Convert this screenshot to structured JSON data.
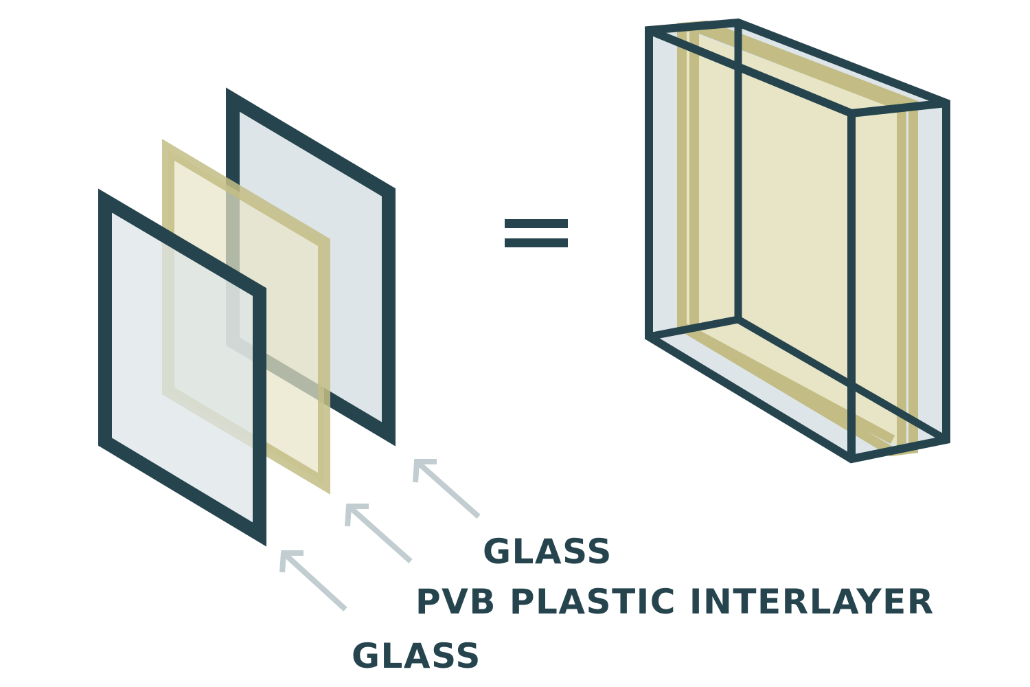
{
  "labels": {
    "back_glass": "GLASS",
    "interlayer": "PVB PLASTIC INTERLAYER",
    "front_glass": "GLASS"
  },
  "colors": {
    "frame": "#26444d",
    "glass_fill": "#dde5e8",
    "pvb_frame": "#c3bd85",
    "pvb_fill": "#e8e5c7",
    "arrow": "#c1cdd1",
    "text": "#26444d",
    "background": "#ffffff"
  }
}
